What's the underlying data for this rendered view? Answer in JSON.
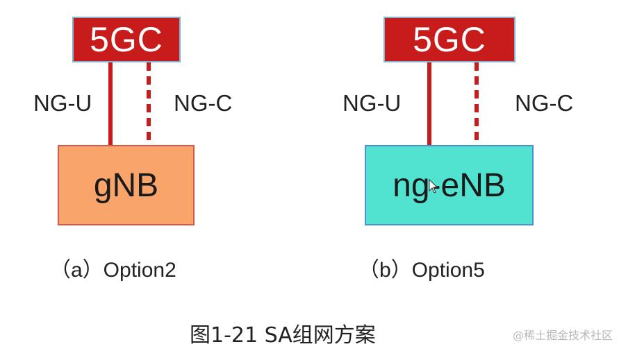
{
  "left_diagram": {
    "core_label": "5GC",
    "ran_label": "gNB",
    "user_plane_label": "NG-U",
    "control_plane_label": "NG-C",
    "caption": "（a）Option2"
  },
  "right_diagram": {
    "core_label": "5GC",
    "ran_label": "ng-eNB",
    "user_plane_label": "NG-U",
    "control_plane_label": "NG-C",
    "caption": "（b）Option5"
  },
  "figure_title": "图1-21  SA组网方案",
  "watermark": "@稀土掘金技术社区",
  "colors": {
    "core_fill": "#c81c1c",
    "gnb_fill": "#f8a46a",
    "ngenb_fill": "#52e3d0",
    "link_color": "#c81c1c"
  }
}
